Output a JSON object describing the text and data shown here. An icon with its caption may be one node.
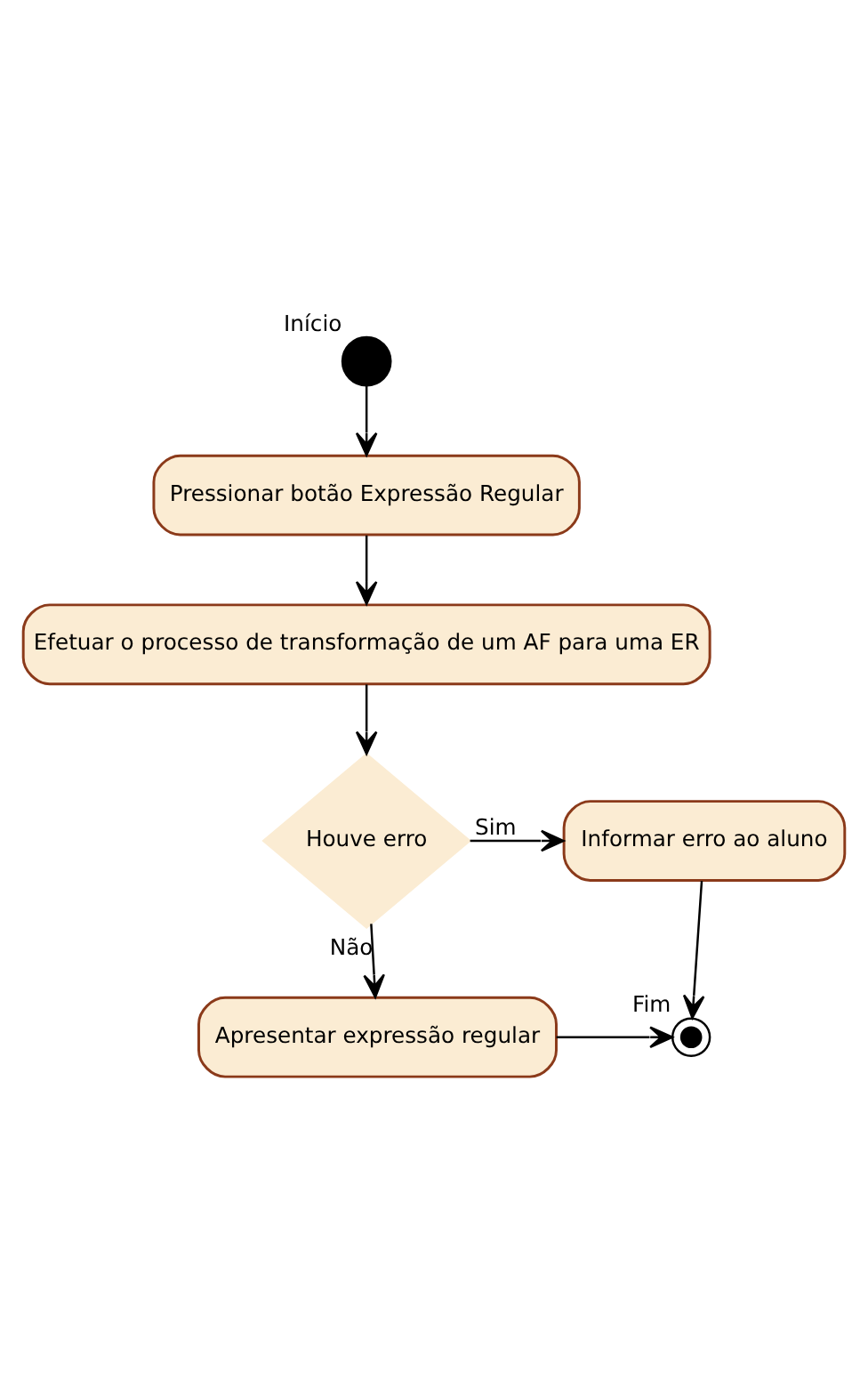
{
  "diagram": {
    "nodes": [
      {
        "text": [],
        "shape": "circle",
        "beside": [
          "Início"
        ]
      },
      {
        "text": [
          "Pressionar botão Expressão Regular"
        ]
      },
      {
        "text": [
          "Efetuar o processo de transformação de um AF para uma ER"
        ]
      },
      {
        "text": [
          "Houve erro"
        ]
      },
      {
        "text": [
          "Informar erro ao aluno"
        ]
      },
      {
        "text": [
          "Apresentar expressão regular"
        ]
      },
      {
        "text": [],
        "shape": "bullseye",
        "beside": [
          "Fim"
        ]
      }
    ],
    "edges": [
      {
        "from": 0,
        "to": 1,
        "arrow": "to"
      },
      {
        "from": 1,
        "to": 2,
        "arrow": "to"
      },
      {
        "from": 2,
        "to": 3,
        "arrow": "to"
      },
      {
        "from": 3,
        "to": 4,
        "arrow": "to",
        "label": "Sim"
      },
      {
        "from": 3,
        "to": 5,
        "arrow": "to",
        "label": "Não"
      },
      {
        "from": 4,
        "to": 6,
        "arrow": "to"
      },
      {
        "from": 5,
        "to": 6,
        "arrow": "to"
      }
    ]
  }
}
